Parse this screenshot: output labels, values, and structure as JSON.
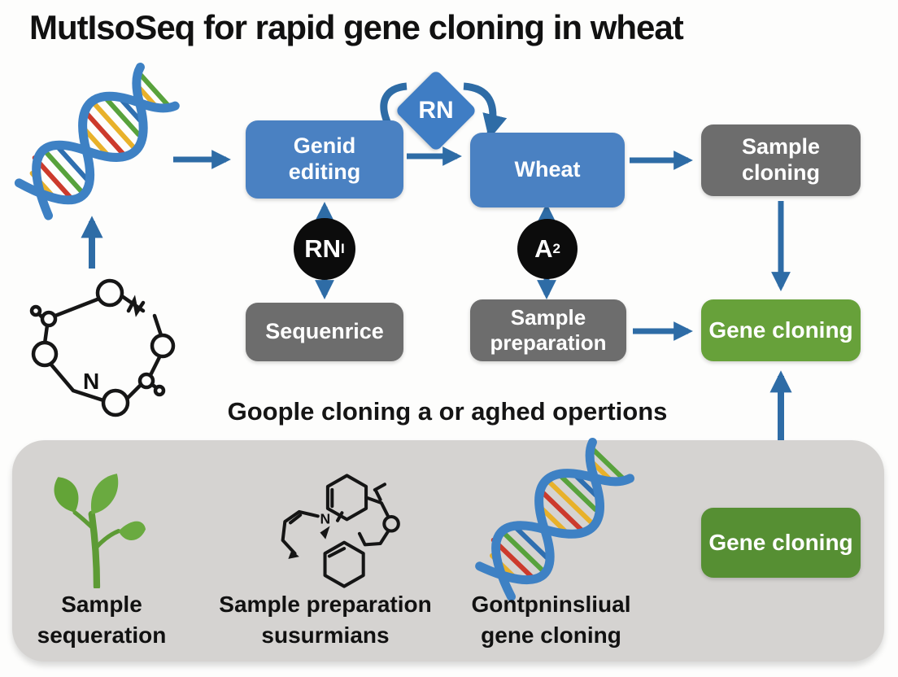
{
  "title": "MutIsoSeq for rapid gene cloning in wheat",
  "colors": {
    "box_blue": "#4a81c2",
    "diamond_blue": "#3f7dc4",
    "box_gray": "#6d6d6d",
    "box_green": "#67a13a",
    "box_green_dark": "#568f33",
    "arrow_blue": "#2e6ca6",
    "panel_gray": "#d5d3d1",
    "circle_black": "#0c0c0c",
    "dna_blue": "#3e81c4",
    "plant_green": "#6aaa40"
  },
  "flow": {
    "genid_editing": {
      "line1": "Genid",
      "line2": "editing"
    },
    "diamond": "RN",
    "wheat": "Wheat",
    "sample_cloning": {
      "line1": "Sample",
      "line2": "cloning"
    },
    "circle_rn": {
      "text": "RN",
      "sub": "I"
    },
    "circle_a": {
      "text": "A",
      "sub": "2"
    },
    "sequenrice": "Sequenrice",
    "sample_preparation": {
      "line1": "Sample",
      "line2": "preparation"
    },
    "gene_cloning_top": "Gene cloning",
    "gene_cloning_bottom": "Gene cloning"
  },
  "middle_caption": "Goople cloning a or aghed opertions",
  "bottom_steps": [
    {
      "line1": "Sample",
      "line2": "sequeration",
      "icon": "plant-icon"
    },
    {
      "line1": "Sample preparation",
      "line2": "susurmians",
      "icon": "chemical-structure-icon"
    },
    {
      "line1": "Gontpninsliual",
      "line2": "gene cloning",
      "icon": "dna-helix-icon"
    }
  ]
}
